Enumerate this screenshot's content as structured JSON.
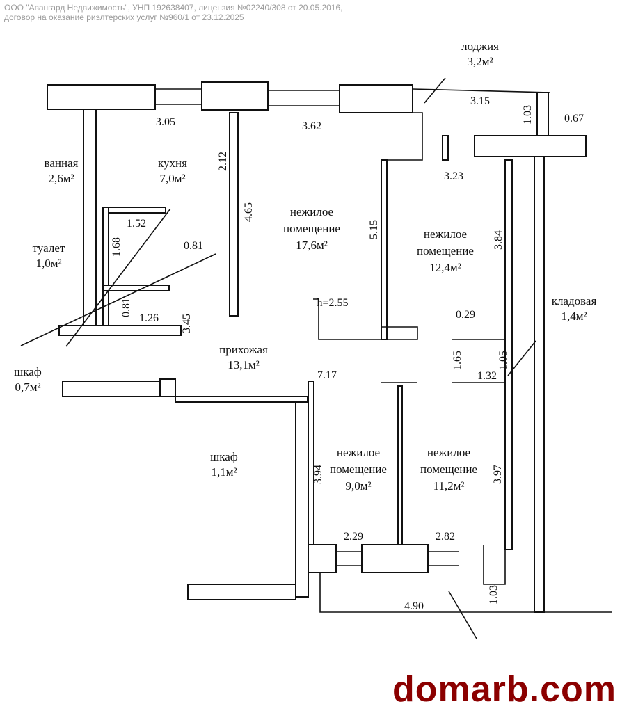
{
  "header": {
    "line1": "ООО \"Авангард Недвижимость\", УНП 192638407, лицензия №02240/308 от 20.05.2016,",
    "line2": "договор на оказание риэлтерских услуг №960/1 от 23.12.2025"
  },
  "rooms": {
    "loggia": [
      "лоджия",
      "3,2м²"
    ],
    "bathroom": [
      "ванная",
      "2,6м²"
    ],
    "kitchen": [
      "кухня",
      "7,0м²"
    ],
    "room1": [
      "нежилое",
      "помещение",
      "17,6м²"
    ],
    "room2": [
      "нежилое",
      "помещение",
      "12,4м²"
    ],
    "toilet": [
      "туалет",
      "1,0м²"
    ],
    "storage": [
      "кладовая",
      "1,4м²"
    ],
    "hall": [
      "прихожая",
      "13,1м²"
    ],
    "closet1": [
      "шкаф",
      "0,7м²"
    ],
    "closet2": [
      "шкаф",
      "1,1м²"
    ],
    "room3": [
      "нежилое",
      "помещение",
      "9,0м²"
    ],
    "room4": [
      "нежилое",
      "помещение",
      "11,2м²"
    ]
  },
  "dimensions": [
    "3.05",
    "3.62",
    "3.15",
    "1.03",
    "0.67",
    "2.12",
    "4.65",
    "5.15",
    "3.23",
    "1.52",
    "1.68",
    "0.81",
    "0.81",
    "1.26",
    "3.45",
    "3.84",
    "h=2.55",
    "0.29",
    "1.65",
    "1.05",
    "1.32",
    "7.17",
    "3.94",
    "3.97",
    "2.29",
    "2.82",
    "1.03",
    "4.90"
  ],
  "watermark": "domarb.com"
}
